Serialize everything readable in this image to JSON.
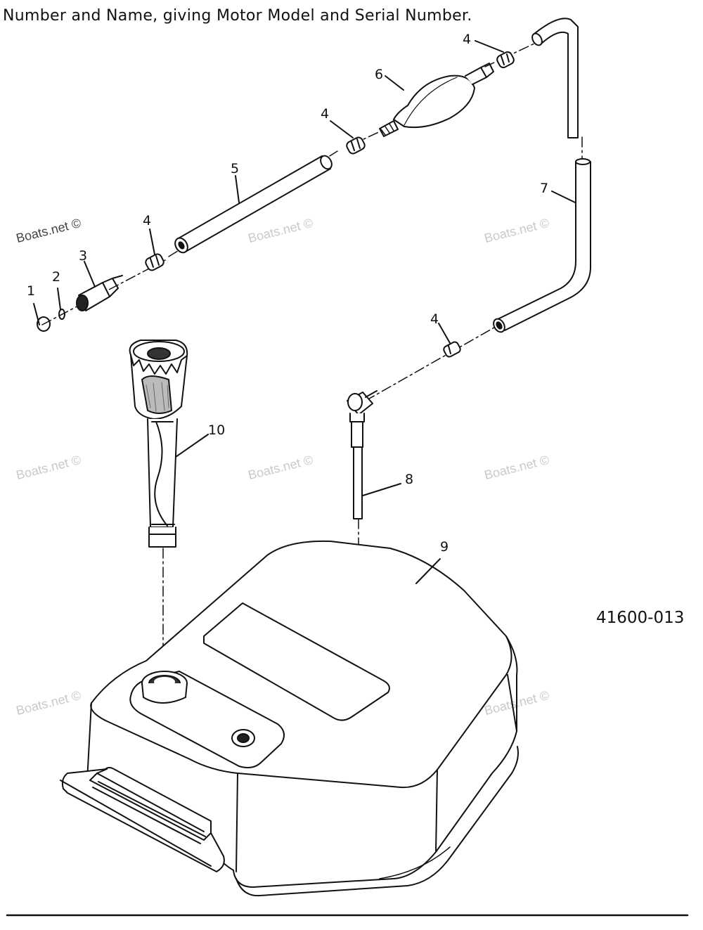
{
  "header": {
    "text": "Number and Name, giving Motor Model and Serial Number."
  },
  "drawing_number": "41600-013",
  "callouts": [
    {
      "id": "callout-1",
      "label": "1"
    },
    {
      "id": "callout-2",
      "label": "2"
    },
    {
      "id": "callout-3",
      "label": "3"
    },
    {
      "id": "callout-4a",
      "label": "4"
    },
    {
      "id": "callout-4b",
      "label": "4"
    },
    {
      "id": "callout-4c",
      "label": "4"
    },
    {
      "id": "callout-4d",
      "label": "4"
    },
    {
      "id": "callout-5",
      "label": "5"
    },
    {
      "id": "callout-6",
      "label": "6"
    },
    {
      "id": "callout-7",
      "label": "7"
    },
    {
      "id": "callout-8",
      "label": "8"
    },
    {
      "id": "callout-9",
      "label": "9"
    },
    {
      "id": "callout-10",
      "label": "10"
    }
  ],
  "watermark": "Boats.net ©"
}
